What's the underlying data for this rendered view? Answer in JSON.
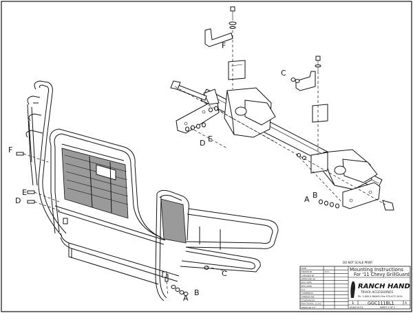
{
  "callouts": {
    "f_top": "F",
    "c_top": "C",
    "d_mid": "D",
    "e_mid": "E",
    "f_left": "F",
    "e_left": "E",
    "d_left": "D",
    "a_right": "A",
    "b_right": "B",
    "c_bottom": "C",
    "a_bottom": "A",
    "b_bottom": "B"
  },
  "title_block": {
    "do_not_scale": "DO NOT SCALE PRINT",
    "title_line1": "Mounting Instructions",
    "title_line2": "For '11 Chevy GrillGuard",
    "company": "RANCH HAND",
    "company_sub": "TRUCK ACCESSORIES",
    "company_contact": "Ph. 1-800-5-RANCH  Fax 979-472-2414",
    "sheet": "1",
    "part_number": "GGC111BL1",
    "rev": "A",
    "scale_note": "SCALE N.T.S.",
    "sheet_note": "SHEET 1 OF 1",
    "left_rows": [
      "DATE",
      "DRAWN BY",
      "CHECKED BY",
      "APPROVED BY",
      "ENG APPR",
      "MFG APPR",
      "Q.A.",
      "COMMENTS",
      "DIMENSIONS",
      "TOLERANCES",
      "FRACTIONAL ±1/16",
      "ANGULAR ±1°"
    ],
    "right_vals": [
      "",
      "R.T.L.",
      "",
      "",
      "",
      "",
      "",
      "",
      "",
      "",
      "",
      ""
    ]
  }
}
